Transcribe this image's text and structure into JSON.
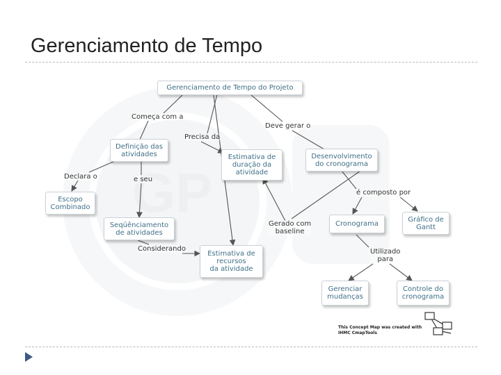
{
  "slide": {
    "title": "Gerenciamento de Tempo"
  },
  "concept_map": {
    "nodes": {
      "root": "Gerenciamento de Tempo do Projeto",
      "definicao": "Definição das\natividades",
      "estimativa_duracao": "Estimativa de\nduração da\natividade",
      "desenvolvimento": "Desenvolvimento\ndo cronograma",
      "escopo": "Escopo\nCombinado",
      "sequenciamento": "Seqüênciamento\nde atividades",
      "cronograma": "Cronograma",
      "grafico": "Gráfico de\nGantt",
      "estimativa_recursos": "Estimativa de\nrecursos\nda atividade",
      "gerenciar": "Gerenciar\nmudanças",
      "controle": "Controle do\ncronograma"
    },
    "links": {
      "comeca": "Começa com a",
      "precisa": "Precisa da",
      "deve": "Deve gerar o",
      "declara": "Declara o",
      "e_seu": "e seu",
      "composto": "é composto por",
      "gerado": "Gerado com\nbaseline",
      "considerando": "Considerando",
      "utilizado": "Utilizado\npara"
    },
    "credit": "This Concept Map was created with\nIHMC CmapTools"
  },
  "colors": {
    "node_text": "#3f6f87",
    "line": "#555555",
    "bullet": "#3d5a86",
    "logo_gray": "#dfe3e6"
  }
}
